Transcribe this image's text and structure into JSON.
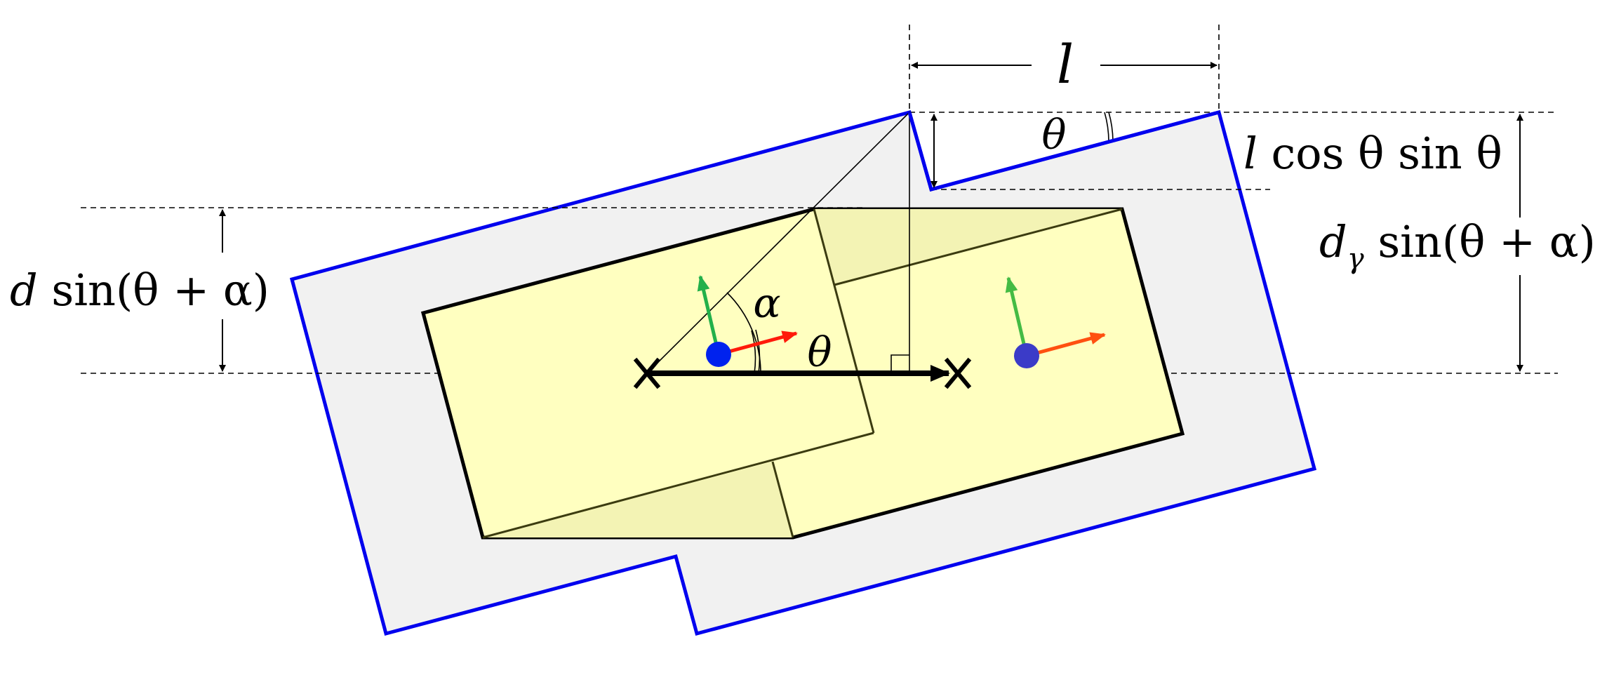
{
  "labels": {
    "l": "l",
    "theta_top": "θ",
    "theta_center": "θ",
    "alpha": "α",
    "l_cos_sin": {
      "l": "l",
      "rest": " cos θ sin θ"
    },
    "d_sin_left": {
      "d": "d",
      "rest": " sin(θ + α)"
    },
    "dgamma_sin": {
      "d": "d",
      "sub": "γ",
      "rest": " sin(θ + α)"
    }
  },
  "colors": {
    "outline_blue": "#0000ee",
    "hull_fill": "#f1f1f1",
    "box_fill": "#ffffc0",
    "overlap_fill": "#f3f3b4",
    "overlap_stroke": "#3b3b10",
    "point_blue": "#0022ee",
    "point_blue_right": "#3b3bc8",
    "arrow_red": "#ff1a0a",
    "arrow_orange": "#ff5010",
    "arrow_green": "#22b04a",
    "arrow_green_right": "#44bb44",
    "black": "#000000"
  },
  "icons": {
    "cross_left": "x-mark-icon",
    "cross_right": "x-mark-icon",
    "point_left": "dot-icon",
    "point_right": "dot-icon"
  }
}
